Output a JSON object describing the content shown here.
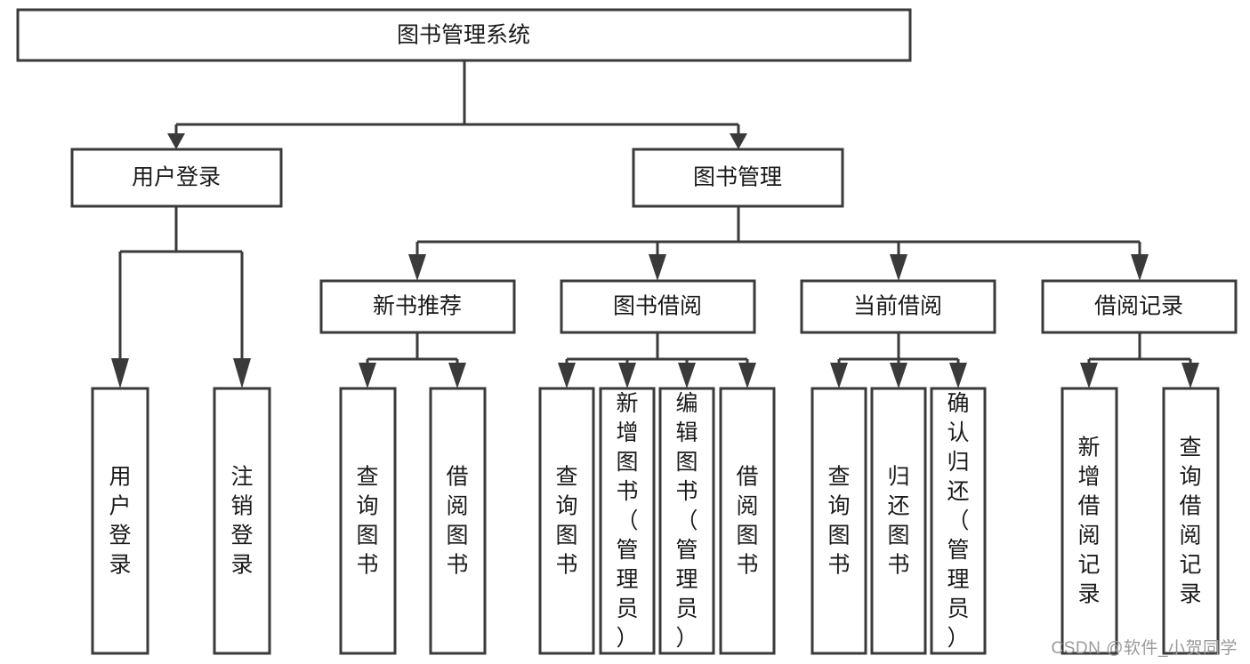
{
  "diagram": {
    "title": "图书管理系统",
    "type": "hierarchy-tree",
    "watermark": "CSDN @软件_小贺同学",
    "colors": {
      "stroke": "#3a3a3a",
      "fill": "#ffffff",
      "text": "#1a1a1a",
      "watermark": "#9a9a9a"
    },
    "root": {
      "label": "图书管理系统",
      "level": 0
    },
    "level1": [
      {
        "label": "用户登录"
      },
      {
        "label": "图书管理"
      }
    ],
    "level2": [
      {
        "label": "新书推荐",
        "parent": "图书管理"
      },
      {
        "label": "图书借阅",
        "parent": "图书管理"
      },
      {
        "label": "当前借阅",
        "parent": "图书管理"
      },
      {
        "label": "借阅记录",
        "parent": "图书管理"
      }
    ],
    "leaves": {
      "用户登录": [
        {
          "label": "用户登录"
        },
        {
          "label": "注销登录"
        }
      ],
      "新书推荐": [
        {
          "label": "查询图书"
        },
        {
          "label": "借阅图书"
        }
      ],
      "图书借阅": [
        {
          "label": "查询图书"
        },
        {
          "label": "新增图书（管理员）"
        },
        {
          "label": "编辑图书（管理员）"
        },
        {
          "label": "借阅图书"
        }
      ],
      "当前借阅": [
        {
          "label": "查询图书"
        },
        {
          "label": "归还图书"
        },
        {
          "label": "确认归还（管理员）"
        }
      ],
      "借阅记录": [
        {
          "label": "新增借阅记录"
        },
        {
          "label": "查询借阅记录"
        }
      ]
    }
  }
}
